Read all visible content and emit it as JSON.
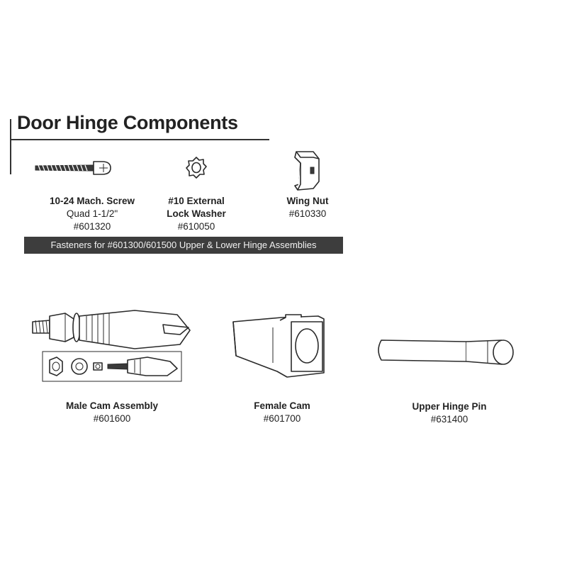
{
  "title": "Door Hinge Components",
  "fasteners": {
    "banner": "Fasteners for #601300/601500 Upper & Lower Hinge Assemblies",
    "items": [
      {
        "name": "10-24 Mach. Screw",
        "sub": "Quad 1-1/2\"",
        "number": "#601320",
        "icon": "machine-screw"
      },
      {
        "name": "#10 External",
        "sub": "Lock Washer",
        "number": "#610050",
        "icon": "lock-washer"
      },
      {
        "name": "Wing Nut",
        "sub": "",
        "number": "#610330",
        "icon": "wing-nut"
      }
    ]
  },
  "parts": [
    {
      "name": "Male Cam Assembly",
      "number": "#601600",
      "icon": "male-cam-assembly"
    },
    {
      "name": "Female Cam",
      "number": "#601700",
      "icon": "female-cam"
    },
    {
      "name": "Upper Hinge Pin",
      "number": "#631400",
      "icon": "hinge-pin"
    }
  ]
}
